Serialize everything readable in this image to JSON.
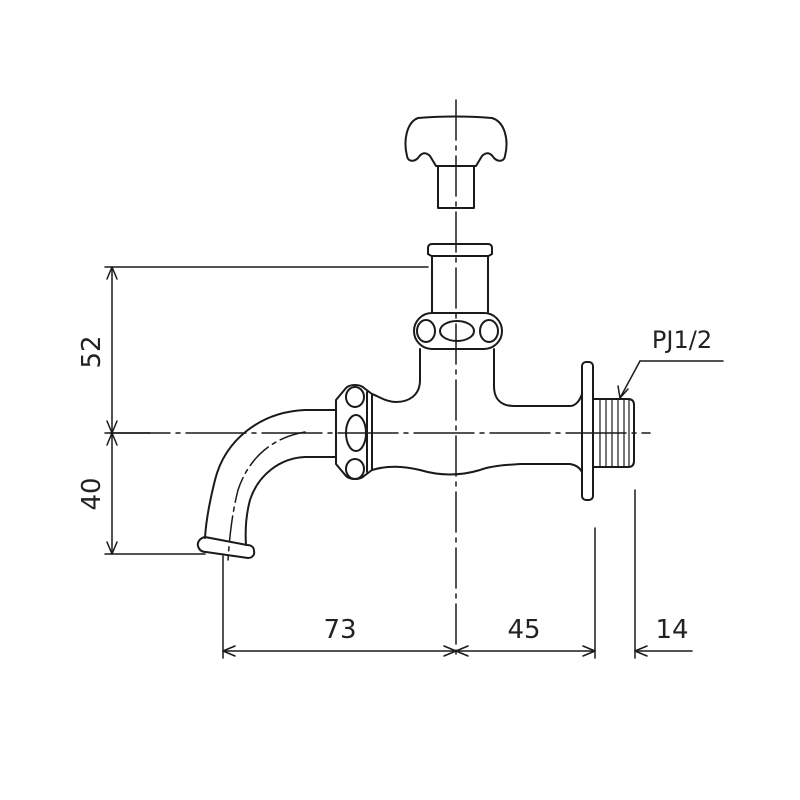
{
  "drawing": {
    "subject": "wall-mounted water faucet (side view)",
    "line_color": "#1a1a1a",
    "background": "#ffffff"
  },
  "dimensions": {
    "vertical": [
      {
        "id": "handle-height",
        "value": "52"
      },
      {
        "id": "spout-drop",
        "value": "40"
      }
    ],
    "horizontal": [
      {
        "id": "spout-reach",
        "value": "73"
      },
      {
        "id": "body-length",
        "value": "45"
      },
      {
        "id": "thread-length",
        "value": "14"
      }
    ]
  },
  "callouts": {
    "thread": "PJ1/2"
  }
}
